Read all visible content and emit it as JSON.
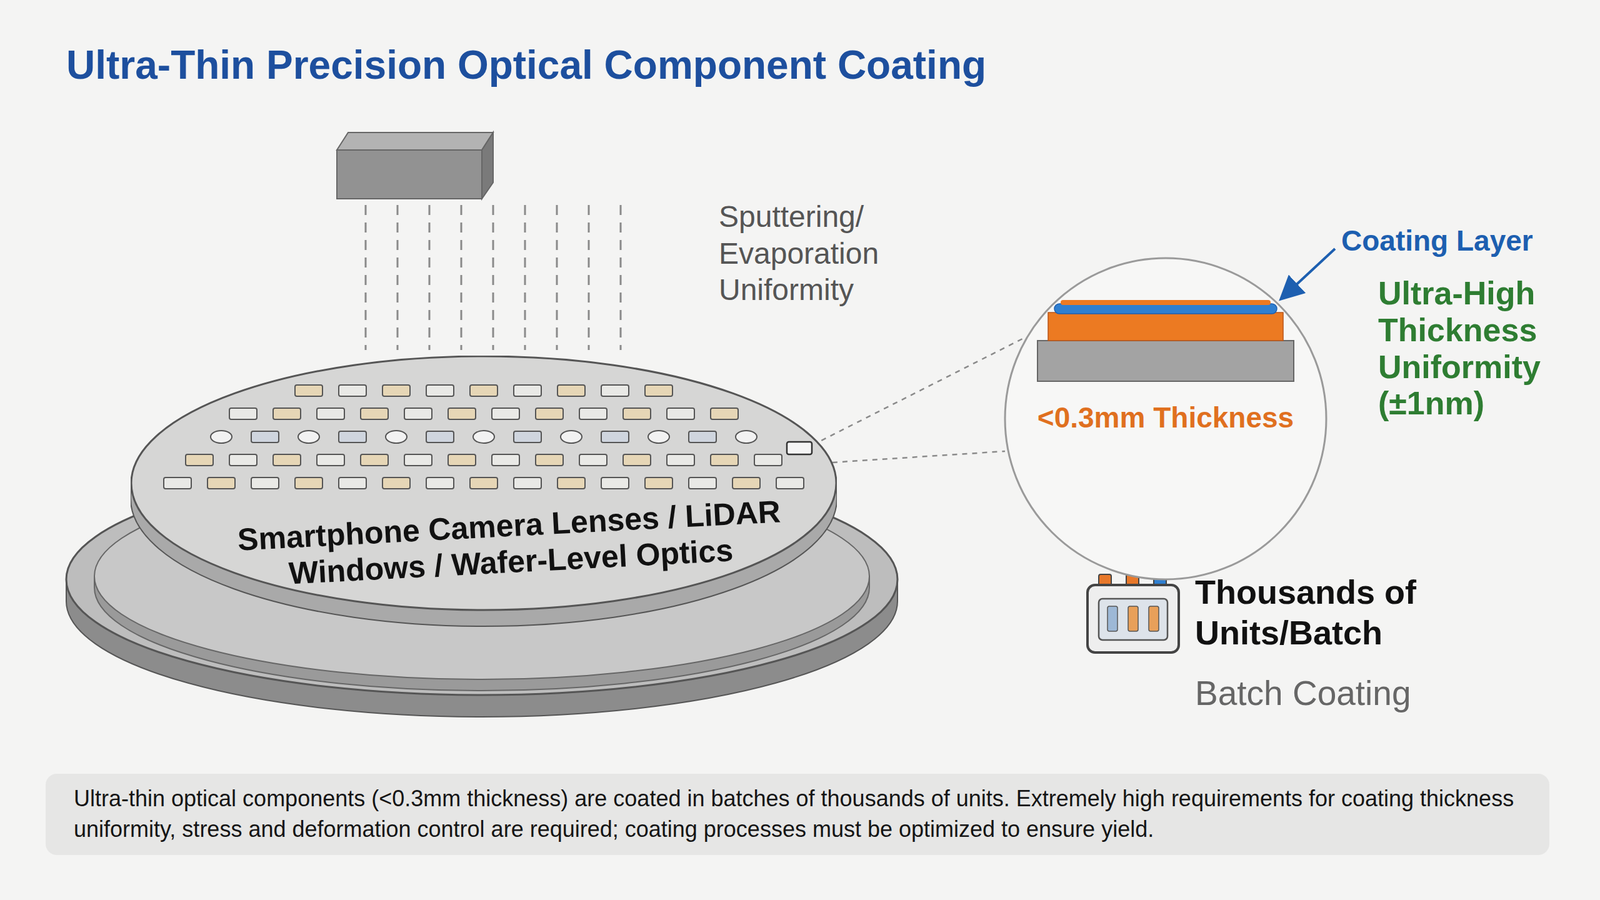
{
  "diagram": {
    "title": "Ultra-Thin Precision Optical Component Coating",
    "caption": "Ultra-thin optical components (<0.3mm thickness) are coated in batches of thousands of units. Extremely high requirements for coating thickness uniformity, stress and deformation control are required; coating processes must be optimized to ensure yield.",
    "nodes": [
      {
        "text": [
          "Smartphone Camera Lenses / LiDAR Windows / Wafer-Level Optics"
        ]
      },
      {
        "text": [
          "<0.3mm Thickness"
        ]
      }
    ],
    "labels": [
      "Sputtering/ Evaporation Uniformity",
      "Coating Layer",
      "Ultra-High Thickness Uniformity (±1nm)",
      "Thousands of Units/Batch",
      "Batch Coating"
    ]
  }
}
